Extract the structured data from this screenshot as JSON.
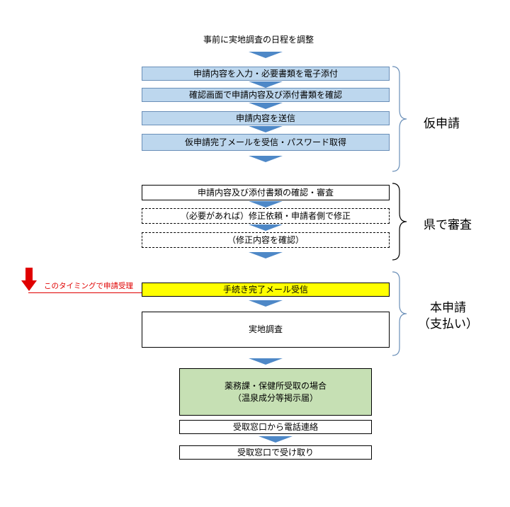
{
  "intro": "事前に実地調査の日程を調整",
  "provisional": {
    "label": "仮申請",
    "steps": [
      "申請内容を入力・必要書類を電子添付",
      "確認画面で申請内容及び添付書類を確認",
      "申請内容を送信",
      "仮申請完了メールを受信・パスワード取得"
    ]
  },
  "review": {
    "label": "県で審査",
    "steps": [
      "申請内容及び添付書類の確認・審査",
      "（必要があれば）修正依頼・申請者側で修正",
      "（修正内容を確認）"
    ]
  },
  "main": {
    "label_line1": "本申請",
    "label_line2": "（支払い）",
    "timing_note": "このタイミングで申請受理",
    "steps": [
      "手続き完了メール受信",
      "実地調査"
    ]
  },
  "after": {
    "green_line1": "薬務課・保健所受取の場合",
    "green_line2": "（温泉成分等掲示届）",
    "steps": [
      "受取窓口から電話連絡",
      "受取窓口で受け取り"
    ]
  },
  "colors": {
    "blue_box": "#bdd7ee",
    "arrow": "#4e88c7",
    "highlight": "#ffff00",
    "green_box": "#c6e0b4",
    "note_red": "#e00000"
  }
}
